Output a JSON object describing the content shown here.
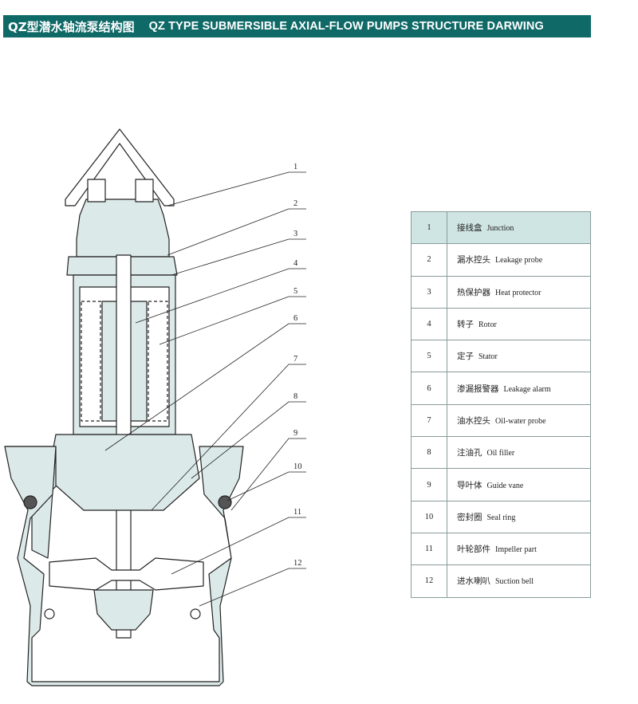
{
  "header": {
    "title_cn": "QZ型潜水轴流泵结构图",
    "title_en": "QZ TYPE SUBMERSIBLE AXIAL-FLOW PUMPS STRUCTURE DARWING"
  },
  "colors": {
    "header_bg": "#0f6967",
    "fill": "#dce9e9",
    "highlight_row": "#cfe5e3"
  },
  "callouts": [
    "1",
    "2",
    "3",
    "4",
    "5",
    "6",
    "7",
    "8",
    "9",
    "10",
    "11",
    "12"
  ],
  "parts": [
    {
      "num": "1",
      "cn": "接线盒",
      "en": "Junction"
    },
    {
      "num": "2",
      "cn": "漏水控头",
      "en": "Leakage probe"
    },
    {
      "num": "3",
      "cn": "热保护器",
      "en": "Heat protector"
    },
    {
      "num": "4",
      "cn": "转子",
      "en": "Rotor"
    },
    {
      "num": "5",
      "cn": "定子",
      "en": "Stator"
    },
    {
      "num": "6",
      "cn": "渗漏报警器",
      "en": "Leakage alarm"
    },
    {
      "num": "7",
      "cn": "油水控头",
      "en": "Oil-water probe"
    },
    {
      "num": "8",
      "cn": "注油孔",
      "en": "Oil filler"
    },
    {
      "num": "9",
      "cn": "导叶体",
      "en": "Guide vane"
    },
    {
      "num": "10",
      "cn": "密封圈",
      "en": "Seal ring"
    },
    {
      "num": "11",
      "cn": "叶轮部件",
      "en": "Impeller part"
    },
    {
      "num": "12",
      "cn": "进水喇叭",
      "en": "Suction bell"
    }
  ]
}
